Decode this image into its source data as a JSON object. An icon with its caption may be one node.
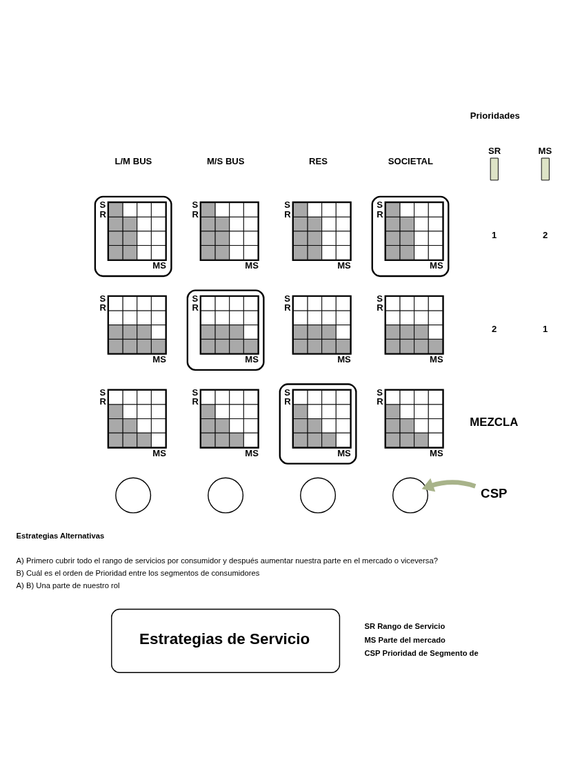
{
  "diagram": {
    "nodes": [
      {
        "text": [
          "S R",
          "MS"
        ]
      },
      {
        "text": [
          "S R",
          "MS"
        ]
      },
      {
        "text": [
          "S R",
          "MS"
        ]
      },
      {
        "text": [
          "S R",
          "MS"
        ]
      },
      {
        "text": [
          "S R",
          "MS"
        ]
      },
      {
        "text": [
          "S R",
          "MS"
        ]
      },
      {
        "text": [
          "S R",
          "MS"
        ]
      },
      {
        "text": [
          "S R",
          "MS"
        ]
      },
      {
        "text": [
          "S R",
          "MS"
        ]
      },
      {
        "text": [
          "S R",
          "MS"
        ]
      },
      {
        "text": [
          "S R",
          "MS"
        ]
      },
      {
        "text": [
          "S R",
          "MS"
        ]
      },
      {
        "text": [],
        "shape": "circle"
      },
      {
        "text": [],
        "shape": "circle"
      },
      {
        "text": [],
        "shape": "circle"
      },
      {
        "text": [],
        "shape": "circle"
      },
      {
        "text": [
          "CSP"
        ]
      },
      {
        "text": [
          "Estrategias de Servicio"
        ]
      }
    ],
    "edges": [
      {
        "from": 16,
        "to": 15,
        "arrow": "to"
      }
    ],
    "labels": [
      "Prioridades",
      "L/M BUS",
      "M/S BUS",
      "RES",
      "SOCIETAL",
      "SR",
      "MS",
      "1",
      "2",
      "2",
      "1",
      "MEZCLA",
      "Estrategias Alternativas",
      "A) Primero cubrir todo el rango de servicios por consumidor y después aumentar nuestra parte en el mercado o viceversa?",
      "B) Cuál es el orden de Prioridad entre los segmentos de consumidores",
      "A) B) Una parte de nuestro rol",
      "SR Rango de Servicio",
      "MS Parte del mercado",
      "CSP Prioridad de Segmento de"
    ]
  }
}
